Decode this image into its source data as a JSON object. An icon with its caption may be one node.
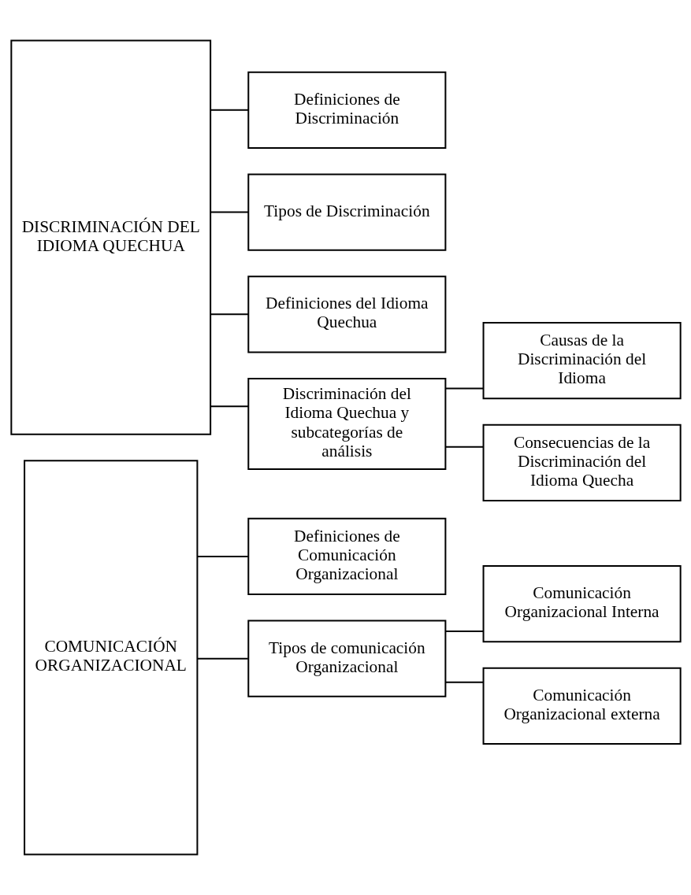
{
  "diagram": {
    "nodes": [
      {
        "text": [
          "DISCRIMINACIÓN DEL IDIOMA QUECHUA"
        ]
      },
      {
        "text": [
          "Definiciones de Discriminación"
        ]
      },
      {
        "text": [
          "Tipos de Discriminación"
        ]
      },
      {
        "text": [
          "Definiciones del Idioma Quechua"
        ]
      },
      {
        "text": [
          "Discriminación del Idioma Quechua y subcategorías de análisis"
        ]
      },
      {
        "text": [
          "Causas de la Discriminación del Idioma"
        ]
      },
      {
        "text": [
          "Consecuencias de la Discriminación del Idioma Quecha"
        ]
      },
      {
        "text": [
          "COMUNICACIÓN ORGANIZACIONAL"
        ]
      },
      {
        "text": [
          "Definiciones de Comunicación Organizacional"
        ]
      },
      {
        "text": [
          "Tipos de comunicación Organizacional"
        ]
      },
      {
        "text": [
          "Comunicación Organizacional Interna"
        ]
      },
      {
        "text": [
          "Comunicación Organizacional externa"
        ]
      }
    ],
    "edges": [
      {
        "from": 0,
        "to": 1,
        "arrow": "none"
      },
      {
        "from": 0,
        "to": 2,
        "arrow": "none"
      },
      {
        "from": 0,
        "to": 3,
        "arrow": "none"
      },
      {
        "from": 0,
        "to": 4,
        "arrow": "none"
      },
      {
        "from": 4,
        "to": 5,
        "arrow": "none"
      },
      {
        "from": 4,
        "to": 6,
        "arrow": "none"
      },
      {
        "from": 7,
        "to": 8,
        "arrow": "none"
      },
      {
        "from": 7,
        "to": 9,
        "arrow": "none"
      },
      {
        "from": 9,
        "to": 10,
        "arrow": "none"
      },
      {
        "from": 9,
        "to": 11,
        "arrow": "none"
      }
    ]
  }
}
